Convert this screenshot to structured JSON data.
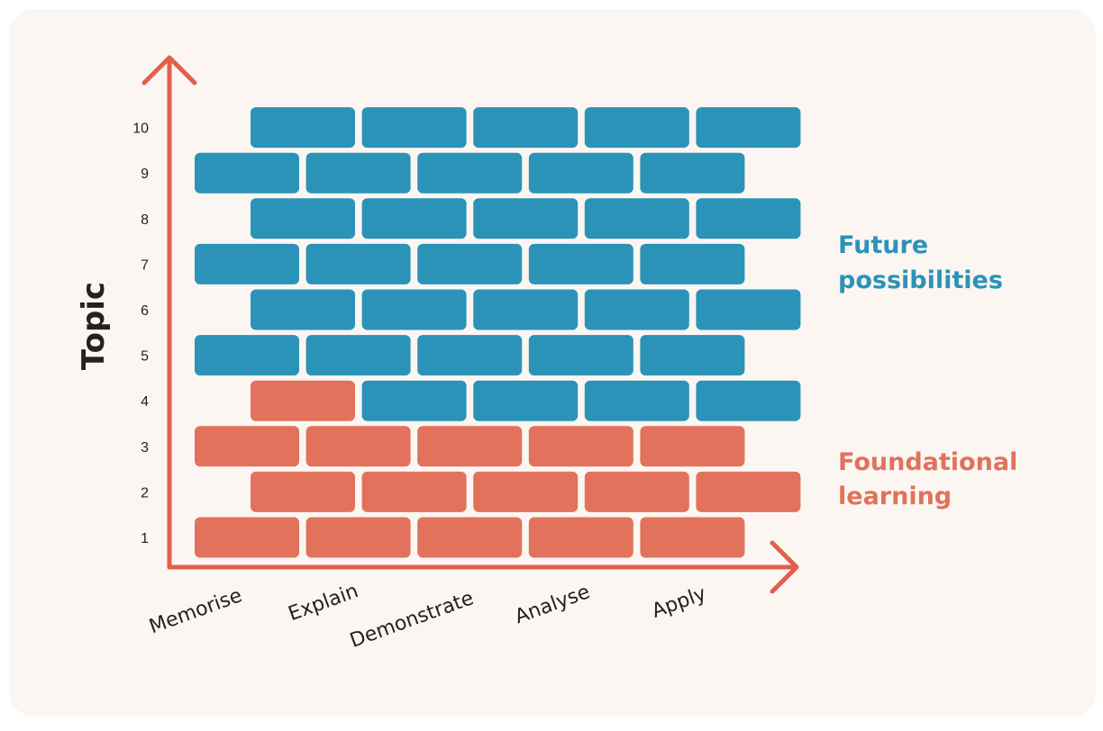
{
  "diagram": {
    "y_axis_label": "Topic",
    "y_ticks": [
      "1",
      "2",
      "3",
      "4",
      "5",
      "6",
      "7",
      "8",
      "9",
      "10"
    ],
    "x_categories": [
      "Memorise",
      "Explain",
      "Demonstrate",
      "Analyse",
      "Apply"
    ],
    "legend": {
      "future": {
        "line1": "Future",
        "line2": "possibilities",
        "color": "#2b93b8"
      },
      "foundational": {
        "line1": "Foundational",
        "line2": "learning",
        "color": "#e2725b"
      }
    },
    "colors": {
      "axis": "#e2604a",
      "foundational_brick": "#e2725b",
      "future_brick": "#2b93b8"
    },
    "wall_rows": [
      {
        "topic": 1,
        "foundational_bricks": 5,
        "future_bricks": 0
      },
      {
        "topic": 2,
        "foundational_bricks": 5,
        "future_bricks": 0
      },
      {
        "topic": 3,
        "foundational_bricks": 5,
        "future_bricks": 0
      },
      {
        "topic": 4,
        "foundational_bricks": 1,
        "future_bricks": 4
      },
      {
        "topic": 5,
        "foundational_bricks": 0,
        "future_bricks": 5
      },
      {
        "topic": 6,
        "foundational_bricks": 0,
        "future_bricks": 5
      },
      {
        "topic": 7,
        "foundational_bricks": 0,
        "future_bricks": 5
      },
      {
        "topic": 8,
        "foundational_bricks": 0,
        "future_bricks": 5
      },
      {
        "topic": 9,
        "foundational_bricks": 0,
        "future_bricks": 5
      },
      {
        "topic": 10,
        "foundational_bricks": 0,
        "future_bricks": 5
      }
    ]
  }
}
